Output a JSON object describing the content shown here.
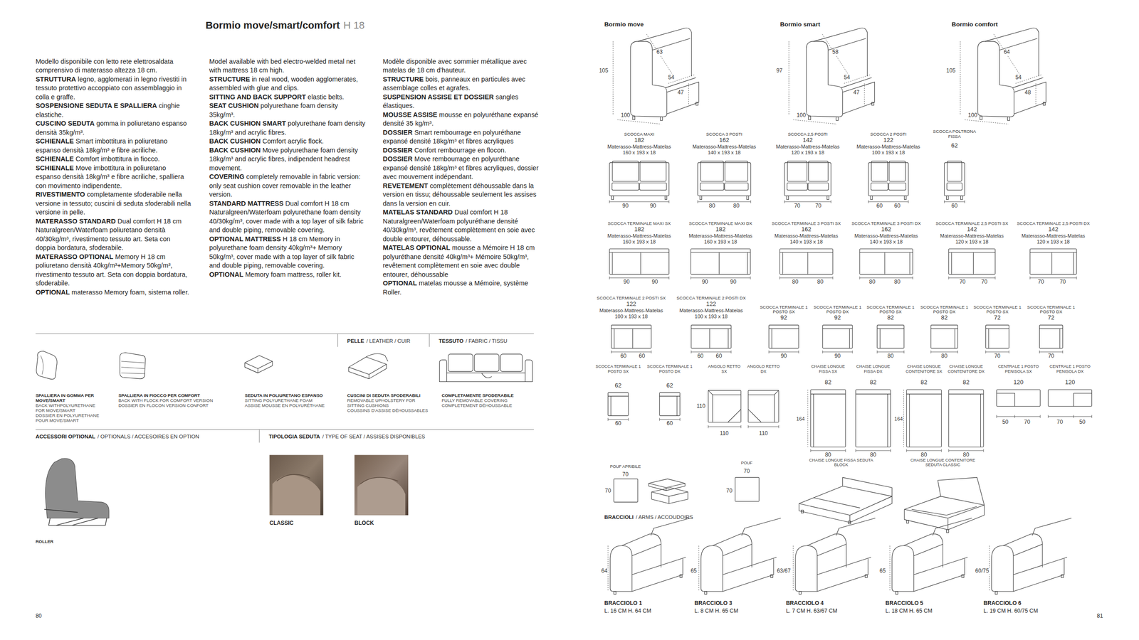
{
  "diagram": {
    "title": "Bormio move/smart/comfort",
    "labels": [
      "H 18",
      "Modello disponibile con letto rete elettrosaldata comprensivo di materasso altezza 18 cm.",
      "STRUTTURA",
      "legno, agglomerati in legno rivestiti in tessuto protettivo accoppiato con assemblaggio in colla e graffe.",
      "SOSPENSIONE SEDUTA E SPALLIERA",
      "cinghie elastiche.",
      "CUSCINO SEDUTA",
      "gomma in poliuretano espanso densità 35kg/m³.",
      "SCHIENALE",
      "Smart imbottitura in poliuretano espanso densità 18kg/m³ e fibre acriliche.",
      "SCHIENALE",
      "Comfort imbottitura in fiocco.",
      "SCHIENALE",
      "Move imbottitura in poliuretano espanso densità 18kg/m³ e fibre acriliche, spalliera con movimento indipendente.",
      "RIVESTIMENTO",
      "completamente sfoderabile nella versione in tessuto; cuscini di seduta sfoderabili nella versione in pelle.",
      "MATERASSO STANDARD",
      "Dual comfort H 18 cm Naturalgreen/Waterfoam poliuretano densità 40/30kg/m³, rivestimento tessuto art. Seta con doppia bordatura, sfoderabile.",
      "MATERASSO OPTIONAL",
      "Memory H 18 cm poliuretano densità 40kg/m³+Memory 50kg/m³, rivestimento tessuto art. Seta con doppia bordatura, sfoderabile.",
      "OPTIONAL",
      "materasso Memory foam, sistema roller.",
      "Model available with bed electro-welded metal net with mattress 18 cm high.",
      "STRUCTURE",
      "in real wood, wooden agglomerates, assembled with glue and clips.",
      "SITTING AND BACK SUPPORT",
      "elastic belts.",
      "SEAT CUSHION",
      "polyurethane foam density 35kg/m³.",
      "BACK CUSHION SMART",
      "polyurethane foam density 18kg/m³ and acrylic fibres.",
      "BACK CUSHION",
      "Comfort acrylic flock.",
      "BACK CUSHION",
      "Move polyurethane foam density 18kg/m³ and acrylic fibres, indipendent headrest movement.",
      "COVERING",
      "completely removable in fabric version: only seat cushion cover removable in the leather version.",
      "STANDARD MATTRESS",
      "Dual comfort H 18 cm Naturalgreen/Waterfoam polyurethane foam density 40/30kg/m³, cover made with a top layer of silk fabric and double piping, removable covering.",
      "OPTIONAL MATTRESS",
      "H 18 cm Memory in polyurethane foam density 40kg/m³+ Memory 50kg/m³, cover made with a top layer of silk fabric and double piping, removable covering.",
      "OPTIONAL",
      "Memory foam mattress, roller kit.",
      "Modèle disponible avec sommier métallique avec matelas de 18 cm d'hauteur.",
      "STRUCTURE",
      "bois, panneaux en particules avec assemblage colles et agrafes.",
      "SUSPENSION ASSISE ET DOSSIER",
      "sangles élastiques.",
      "MOUSSE ASSISE",
      "mousse en polyuréthane expansé densité 35 kg/m³.",
      "DOSSIER",
      "Smart rembourrage en polyuréthane expansé densité 18kg/m³ et fibres acryliques",
      "DOSSIER",
      "Confort rembourrage en flocon.",
      "DOSSIER",
      "Move rembourrage en polyuréthane expansé densité 18kg/m³ et fibres acryliques, dossier avec mouvement indépendant.",
      "REVETEMENT",
      "complètement déhoussable dans la version en tissu; déhoussable seulement les assises dans la version en cuir.",
      "MATELAS STANDARD",
      "Dual comfort H 18 Naturalgreen/Waterfoam polyuréthane densité 40/30kg/m³, revêtement complètement en soie avec double entourer, déhoussable.",
      "MATELAS OPTIONAL",
      "mousse a Mémoire H 18 cm polyuréthane densité 40kg/m³+ Mémoire 50kg/m³, revêtement complètement en soie avec double entourer, déhoussable",
      "OPTIONAL",
      "matelas mousse a Mémoire, système Roller.",
      "PELLE",
      "/ LEATHER / CUIR",
      "TESSUTO",
      "/ FABRIC / TISSU",
      "SPALLIERA IN GOMMA PER MOVE/SMART",
      "BACK WITHPOLYURETHANE FOR MOVE/SMART",
      "DOSSIER EN POLYURETHANE POUR MOVE/SMART",
      "SPALLIERA IN FIOCCO PER COMFORT",
      "BACK WITH FLOCK FOR COMFORT VERSION",
      "DOSSIER EN FLOCON VERSION CONFORT",
      "SEDUTA IN POLIURETANO ESPANSO",
      "SITTING POLYURETHANE FOAM",
      "ASSISE MOUSSE EN POLYURÉTHANE",
      "CUSCINI DI SEDUTA SFODERABILI",
      "REMOVABLE UPHOLSTERY FOR SITTING CUSHIONS",
      "COUSSINS D'ASSISE DÉHOUSSABLES",
      "COMPLETAMENTE SFODERABILE",
      "FULLY REMOVABLE COVERING",
      "COMPLETEMENT DÉHOUSSABLE",
      "ACCESSORI OPTIONAL",
      "/ OPTIONALS / ACCESOIRES EN OPTION",
      "TIPOLOGIA SEDUTA",
      "/ TYPE OF SEAT / ASSISES DISPONIBLES",
      "ROLLER",
      "CLASSIC",
      "BLOCK",
      "80",
      "Bormio move",
      "105",
      "63",
      "54",
      "47",
      "100",
      "Bormio smart",
      "97",
      "58",
      "54",
      "47",
      "100",
      "Bormio comfort",
      "105",
      "64",
      "54",
      "48",
      "100",
      "SCOCCA MAXI",
      "182",
      "Materasso-Mattress-Matelas",
      "160 x 193 x 18",
      "90",
      "90",
      "SCOCCA 3 POSTI",
      "162",
      "Materasso-Mattress-Matelas",
      "140 x 193 x 18",
      "80",
      "80",
      "SCOCCA 2,5 POSTI",
      "142",
      "Materasso-Mattress-Matelas",
      "120 x 193 x 18",
      "70",
      "70",
      "SCOCCA 2 POSTI",
      "122",
      "Materasso-Mattress-Matelas",
      "100 x 193 x 18",
      "60",
      "60",
      "SCOCCA POLTRONA FISSA",
      "62",
      "60",
      "SCOCCA TERMINALE MAXI SX",
      "182",
      "Materasso-Mattress-Matelas",
      "160 x 193 x 18",
      "90",
      "90",
      "SCOCCA TERMINALE MAXI DX",
      "182",
      "Materasso-Mattress-Matelas",
      "160 x 193 x 18",
      "90",
      "90",
      "SCOCCA TERMINALE 3 POSTI SX",
      "162",
      "Materasso-Mattress-Matelas",
      "140 x 193 x 18",
      "80",
      "80",
      "SCOCCA TERMINALE 3 POSTI DX",
      "162",
      "Materasso-Mattress-Matelas",
      "140 x 193 x 18",
      "80",
      "80",
      "SCOCCA TERMINALE 2,5 POSTI SX",
      "142",
      "Materasso-Mattress-Matelas",
      "120 x 193 x 18",
      "70",
      "70",
      "SCOCCA TERMINALE 2,5 POSTI DX",
      "142",
      "Materasso-Mattress-Matelas",
      "120 x 193 x 18",
      "70",
      "70",
      "SCOCCA TERMINALE 2 POSTI SX",
      "122",
      "Materasso-Mattress-Matelas",
      "100 x 193 x 18",
      "60",
      "60",
      "SCOCCA TERMINALE 2 POSTI DX",
      "122",
      "Materasso-Mattress-Matelas",
      "100 x 193 x 18",
      "60",
      "60",
      "SCOCCA TERMINALE 1 POSTO SX",
      "92",
      "90",
      "SCOCCA TERMINALE 1 POSTO DX",
      "92",
      "90",
      "SCOCCA TERMINALE 1 POSTO SX",
      "82",
      "80",
      "SCOCCA TERMINALE 1 POSTO DX",
      "82",
      "80",
      "SCOCCA TERMINALE 1 POSTO SX",
      "72",
      "70",
      "SCOCCA TERMINALE 1 POSTO DX",
      "72",
      "70",
      "SCOCCA TERMINALE 1 POSTO SX",
      "62",
      "60",
      "SCOCCA TERMINALE 1 POSTO DX",
      "62",
      "60",
      "ANGOLO RETTO SX",
      "110",
      "110",
      "ANGOLO RETTO DX",
      "110",
      "CHAISE LONGUE FISSA SX",
      "82",
      "164",
      "80",
      "CHAISE LONGUE FISSA DX",
      "82",
      "80",
      "CHAISE LONGUE CONTENITORE SX",
      "82",
      "164",
      "80",
      "CHAISE LONGUE CONTENITORE DX",
      "82",
      "80",
      "CENTRALE 1 POSTO PENISOLA SX",
      "120",
      "50",
      "70",
      "CENTRALE 1 POSTO PENISOLA DX",
      "120",
      "70",
      "50",
      "POUF APRIBILE",
      "70",
      "70",
      "POUF",
      "70",
      "70",
      "CHAISE LONGUE FISSA SEDUTA BLOCK",
      "CHAISE LONGUE CONTENITORE SEDUTA CLASSIC",
      "BRACCIOLI",
      "/ ARMS / ACCOUDOIRS",
      "64",
      "BRACCIOLO 1",
      "L. 16 CM H. 64 CM",
      "65",
      "BRACCIOLO 3",
      "L. 8 CM H. 65 CM",
      "63/67",
      "BRACCIOLO 4",
      "L. 7 CM H. 63/67 CM",
      "65",
      "BRACCIOLO 5",
      "L. 18 CM H. 65 CM",
      "60/75",
      "BRACCIOLO 6",
      "L. 19 CM H. 60/75 CM",
      "81"
    ]
  }
}
